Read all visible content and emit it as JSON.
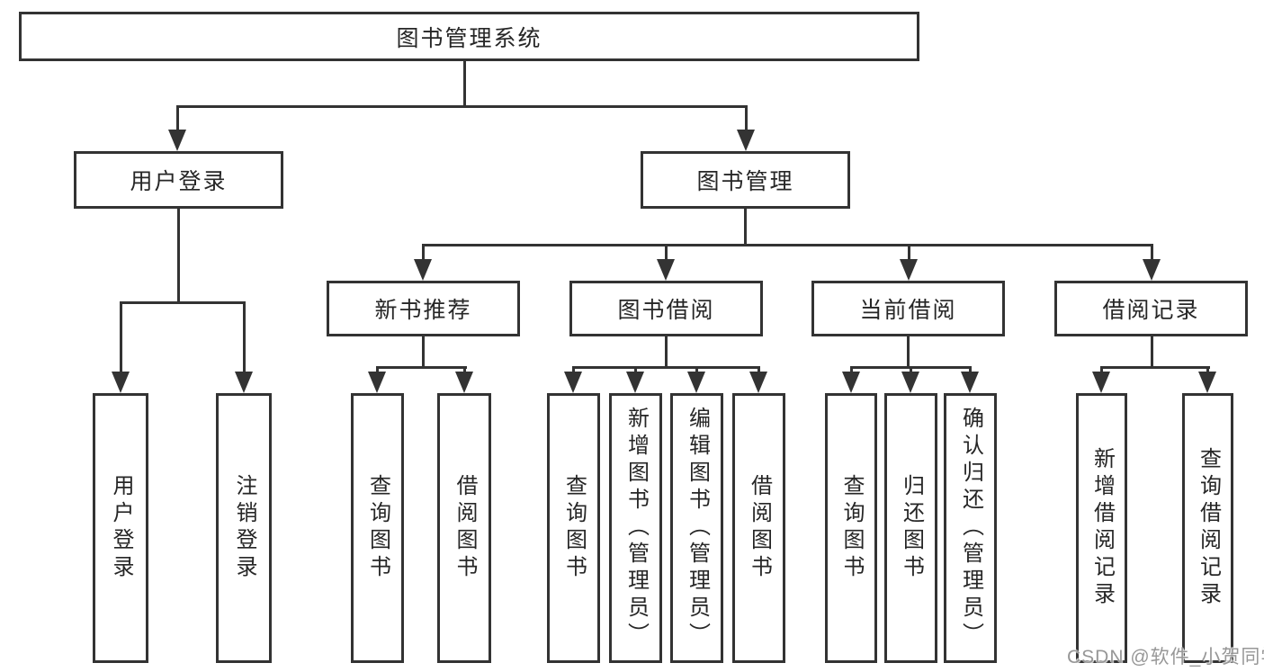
{
  "nodes": {
    "root": "图书管理系统",
    "user_login": "用户登录",
    "book_mgmt": "图书管理",
    "new_books": "新书推荐",
    "book_borrow": "图书借阅",
    "current_borrow": "当前借阅",
    "borrow_records": "借阅记录"
  },
  "leaves": {
    "user_login_login": "用户登录",
    "user_login_logout": "注销登录",
    "new_books_query": "查询图书",
    "new_books_borrow": "借阅图书",
    "book_borrow_query": "查询图书",
    "book_borrow_add": "新增图书（管理员）",
    "book_borrow_edit": "编辑图书（管理员）",
    "book_borrow_borrow": "借阅图书",
    "current_query": "查询图书",
    "current_return": "归还图书",
    "current_confirm": "确认归还（管理员）",
    "records_add": "新增借阅记录",
    "records_query": "查询借阅记录"
  },
  "watermark": "CSDN @软件_小贺同学",
  "colors": {
    "line": "#333333",
    "text": "#262626",
    "background": "#ffffff",
    "watermark": "#979797"
  }
}
